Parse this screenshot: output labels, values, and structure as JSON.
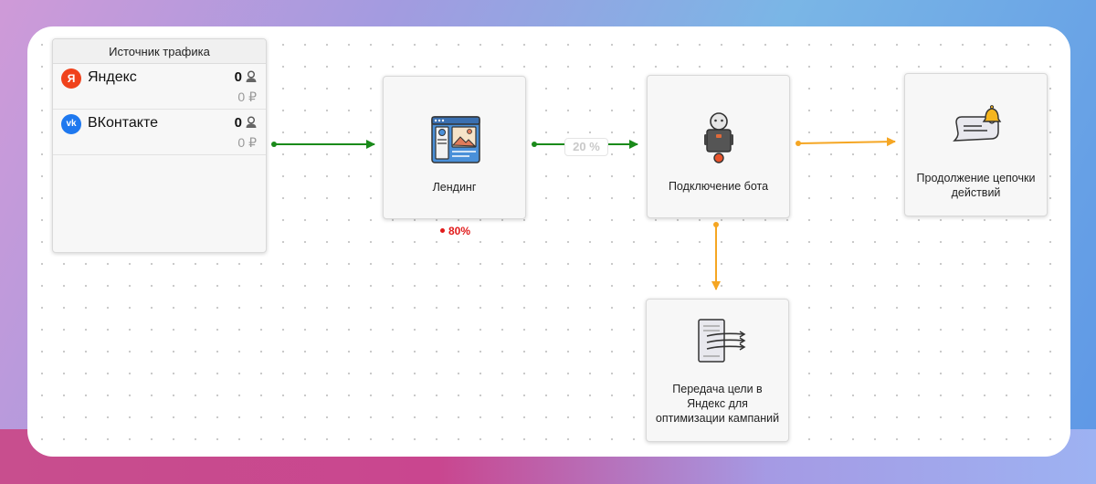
{
  "source": {
    "title": "Источник трафика",
    "rows": [
      {
        "name": "Яндекс",
        "logo": "Я",
        "logo_color": "#f0421c",
        "count": "0",
        "money": "0 ₽"
      },
      {
        "name": "ВКонтакте",
        "logo": "vk",
        "logo_color": "#1e78ef",
        "count": "0",
        "money": "0 ₽"
      }
    ]
  },
  "nodes": {
    "landing": {
      "label": "Лендинг",
      "percent": "80%",
      "icon": "landing-page-icon"
    },
    "bot": {
      "label": "Подключение бота",
      "icon": "robot-icon"
    },
    "continue": {
      "label": "Продолжение цепочки действий",
      "icon": "notification-bell-icon"
    },
    "goal": {
      "label": "Передача цели в Яндекс для оптимизации кампаний",
      "icon": "document-transfer-icon"
    }
  },
  "connector_percent": "20 %",
  "colors": {
    "green": "#1a8a1a",
    "orange": "#f5a623",
    "red": "#e11b1b"
  }
}
